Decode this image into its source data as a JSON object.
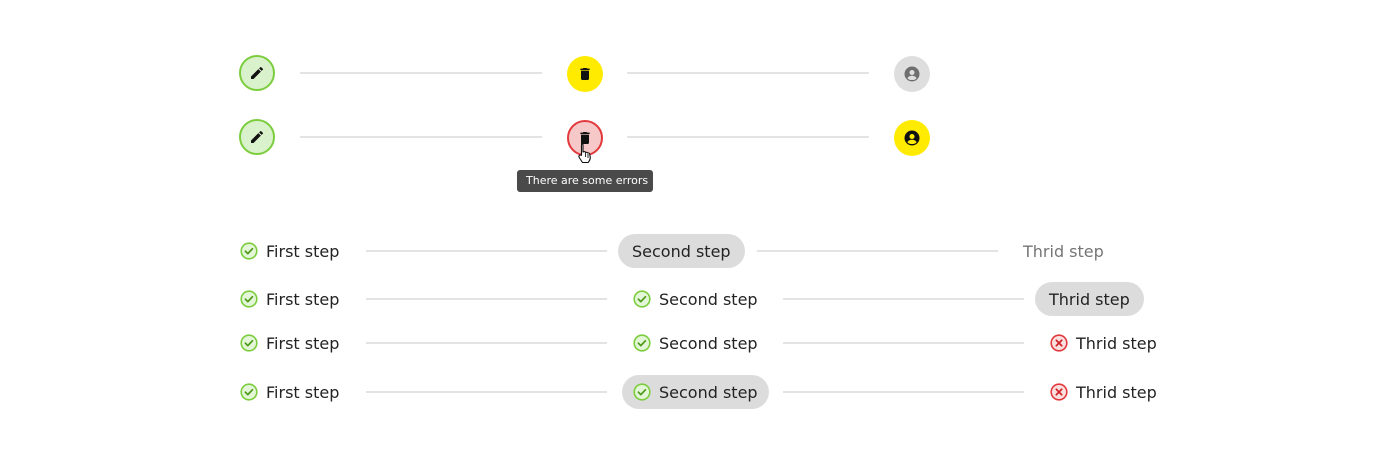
{
  "icon_steppers": [
    {
      "steps": [
        {
          "icon": "pencil-icon",
          "state": "completed"
        },
        {
          "icon": "trash-icon",
          "state": "active"
        },
        {
          "icon": "user-icon",
          "state": "inactive"
        }
      ]
    },
    {
      "steps": [
        {
          "icon": "pencil-icon",
          "state": "completed"
        },
        {
          "icon": "trash-icon",
          "state": "error"
        },
        {
          "icon": "user-icon",
          "state": "active"
        }
      ]
    }
  ],
  "tooltip": {
    "text": "There are some errors"
  },
  "text_steppers": [
    {
      "steps": [
        {
          "label": "First step",
          "state": "completed"
        },
        {
          "label": "Second step",
          "state": "current"
        },
        {
          "label": "Thrid step",
          "state": "pending"
        }
      ]
    },
    {
      "steps": [
        {
          "label": "First step",
          "state": "completed"
        },
        {
          "label": "Second step",
          "state": "completed"
        },
        {
          "label": "Thrid step",
          "state": "current"
        }
      ]
    },
    {
      "steps": [
        {
          "label": "First step",
          "state": "completed"
        },
        {
          "label": "Second step",
          "state": "completed"
        },
        {
          "label": "Thrid step",
          "state": "error"
        }
      ]
    },
    {
      "steps": [
        {
          "label": "First step",
          "state": "completed"
        },
        {
          "label": "Second step",
          "state": "completed-current"
        },
        {
          "label": "Thrid step",
          "state": "error"
        }
      ]
    }
  ],
  "colors": {
    "completed": "#7ccd3e",
    "active": "#ffeb00",
    "error": "#e2393d",
    "inactive": "#dedede"
  }
}
